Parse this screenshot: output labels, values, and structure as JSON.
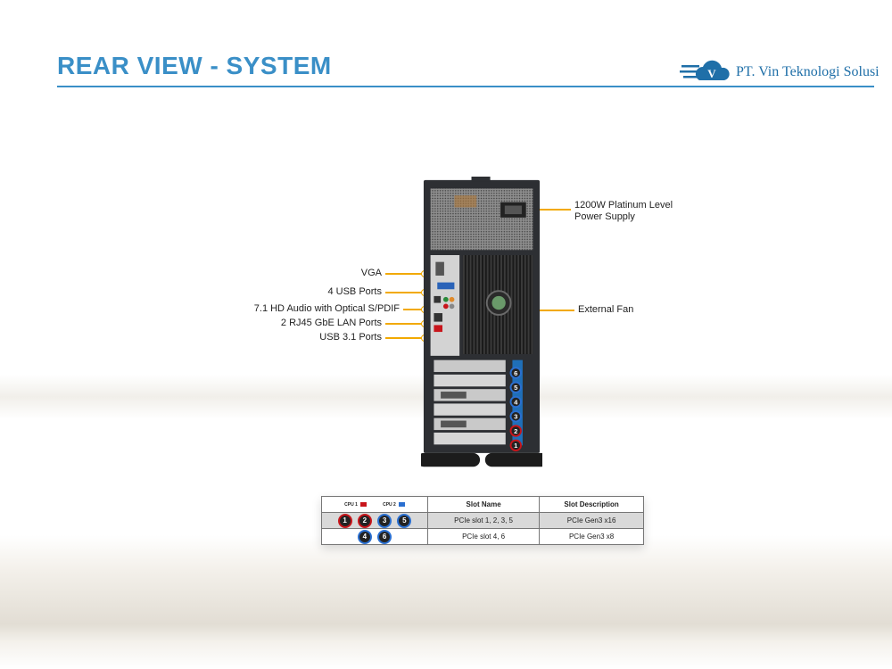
{
  "page": {
    "title": "REAR VIEW - SYSTEM"
  },
  "logo": {
    "text": "PT. Vin Teknologi Solusi",
    "mark": "V"
  },
  "callouts": {
    "psu": [
      "1200W Platinum Level",
      "Power Supply"
    ],
    "fan": "External Fan",
    "vga": "VGA",
    "usb": "4 USB Ports",
    "audio": "7.1 HD Audio with Optical S/PDIF",
    "lan": "2 RJ45 GbE LAN Ports",
    "usb31": "USB 3.1 Ports"
  },
  "slot_badges": [
    "6",
    "5",
    "4",
    "3",
    "2",
    "1"
  ],
  "table": {
    "cpu1": "CPU 1",
    "cpu2": "CPU 2",
    "headers": [
      "Slot Name",
      "Slot Description"
    ],
    "rows": [
      {
        "slots": [
          "1",
          "2",
          "3",
          "5"
        ],
        "name": "PCIe slot 1, 2, 3, 5",
        "desc": "PCIe Gen3 x16"
      },
      {
        "slots": [
          "4",
          "6"
        ],
        "name": "PCIe slot 4, 6",
        "desc": "PCIe Gen3 x8"
      }
    ]
  },
  "colors": {
    "accent": "#3a8fc7",
    "leader": "#f2a900",
    "cpu1": "#c8151b",
    "cpu2": "#2a6fd0"
  }
}
